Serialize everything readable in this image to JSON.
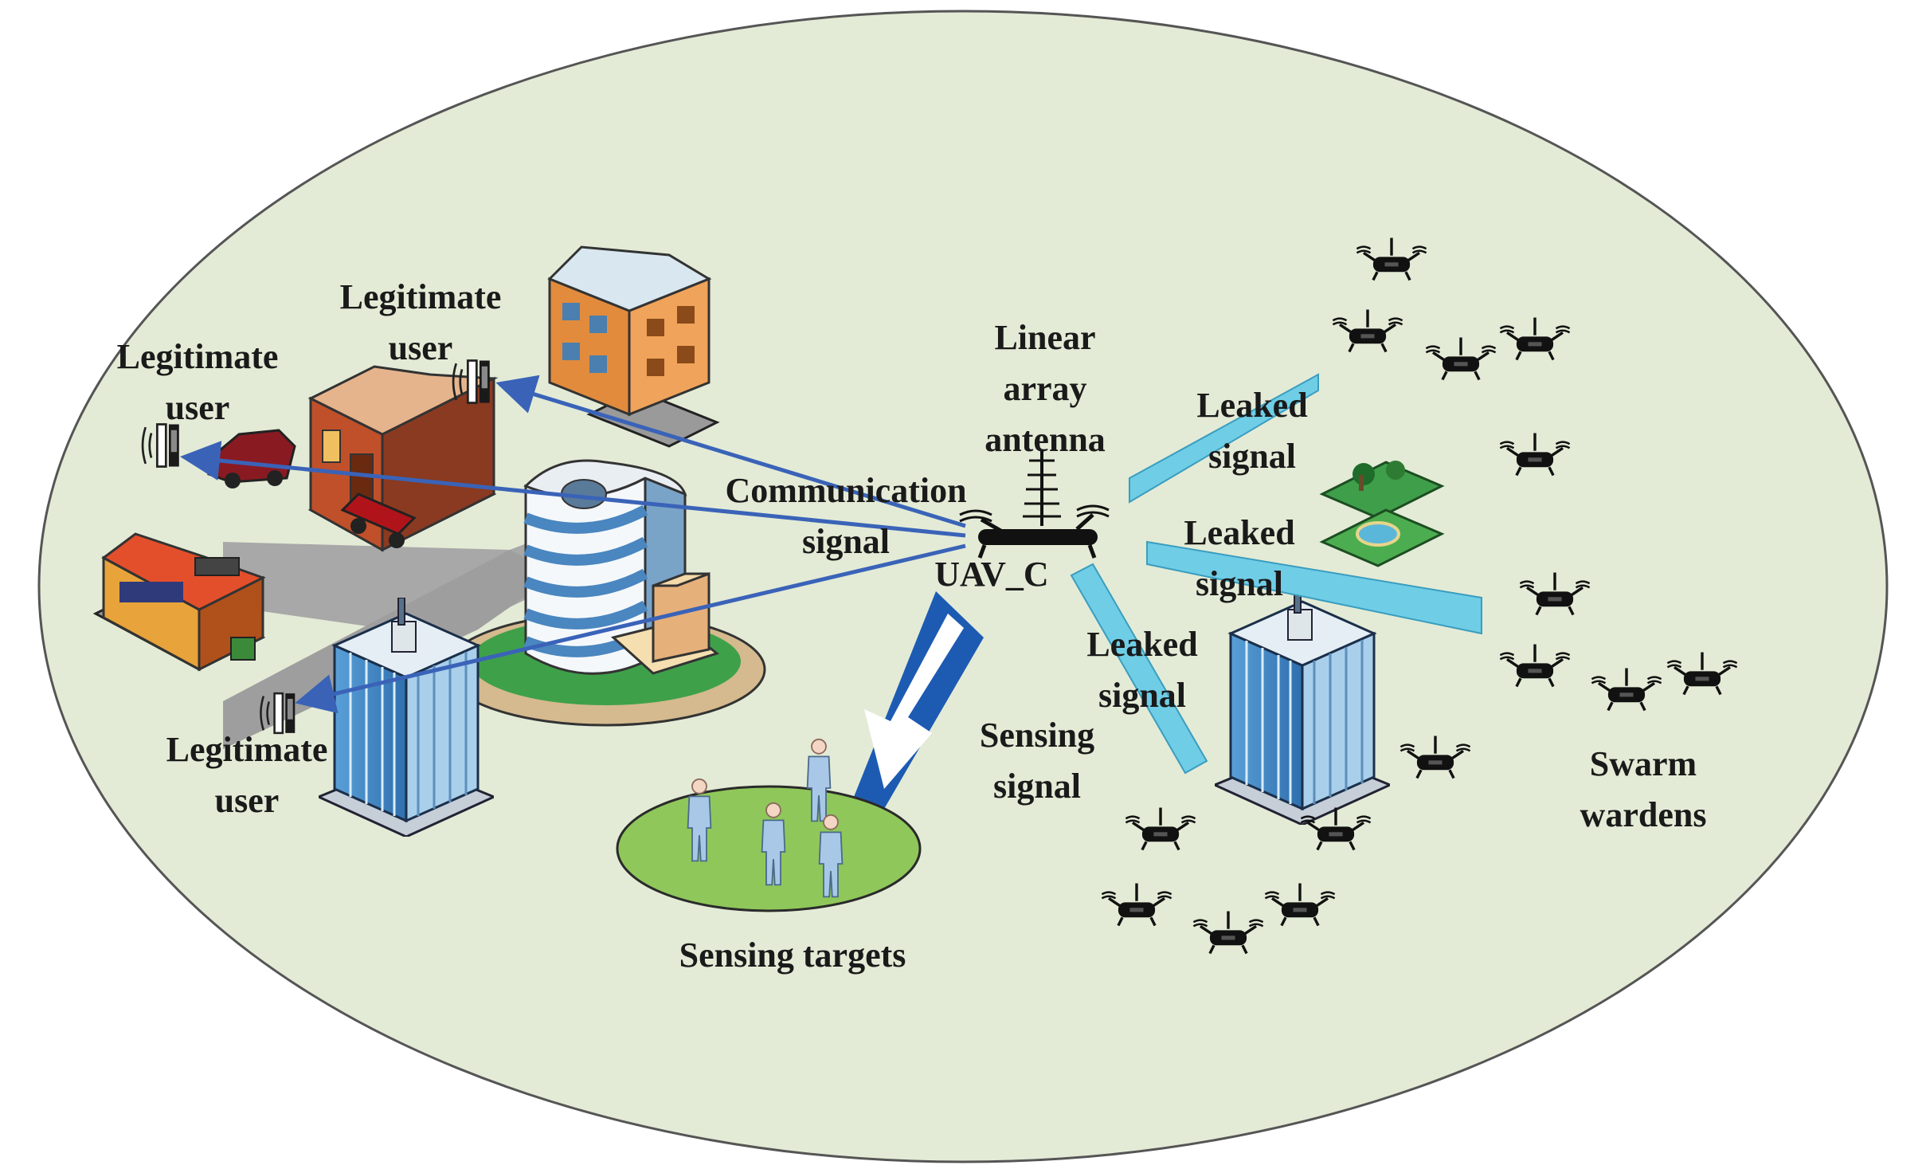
{
  "labels": {
    "legit_user_top_line1": "Legitimate",
    "legit_user_top_line2": "user",
    "legit_user_left_line1": "Legitimate",
    "legit_user_left_line2": "user",
    "legit_user_bottom_line1": "Legitimate",
    "legit_user_bottom_line2": "user",
    "antenna_line1": "Linear",
    "antenna_line2": "array",
    "antenna_line3": "antenna",
    "comm_line1": "Communication",
    "comm_line2": "signal",
    "uav": "UAV_C",
    "leaked1_line1": "Leaked",
    "leaked1_line2": "signal",
    "leaked2_line1": "Leaked",
    "leaked2_line2": "signal",
    "leaked3_line1": "Leaked",
    "leaked3_line2": "signal",
    "sensing_signal_line1": "Sensing",
    "sensing_signal_line2": "signal",
    "sensing_targets": "Sensing targets",
    "swarm_line1": "Swarm",
    "swarm_line2": "wardens"
  },
  "colors": {
    "background_ellipse": "#e3ebd6",
    "communication_link": "#3a63b8",
    "leaked_beam": "#6fcde6",
    "sensing_arrow": "#1d5bb3",
    "target_area": "#8fc75a",
    "drone": "#111111"
  }
}
